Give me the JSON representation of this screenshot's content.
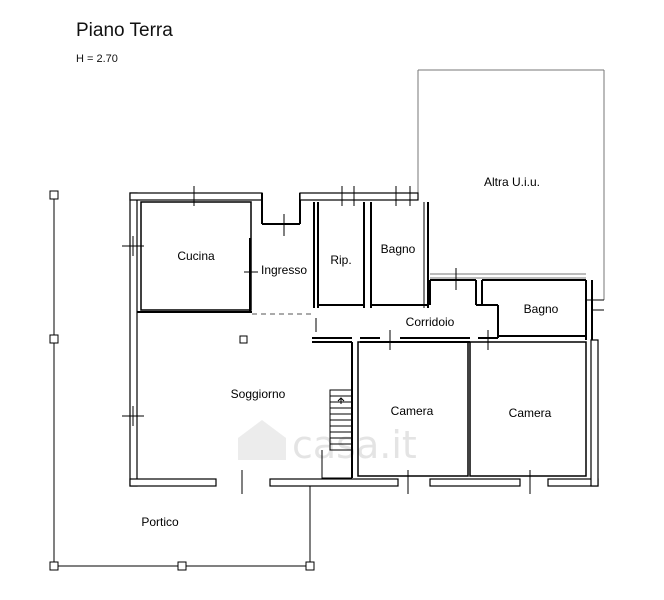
{
  "header": {
    "title": "Piano Terra",
    "subtitle": "H = 2.70"
  },
  "rooms": {
    "cucina": "Cucina",
    "ingresso": "Ingresso",
    "ripostiglio": "Rip.",
    "bagno_1": "Bagno",
    "altra_uiu": "Altra U.i.u.",
    "corridoio": "Corridoio",
    "bagno_2": "Bagno",
    "soggiorno": "Soggiorno",
    "camera_1": "Camera",
    "camera_2": "Camera",
    "portico": "Portico"
  },
  "watermark": "casa.it",
  "colors": {
    "wall": "#000000",
    "background": "#ffffff",
    "watermark": "#cfcfcf"
  }
}
